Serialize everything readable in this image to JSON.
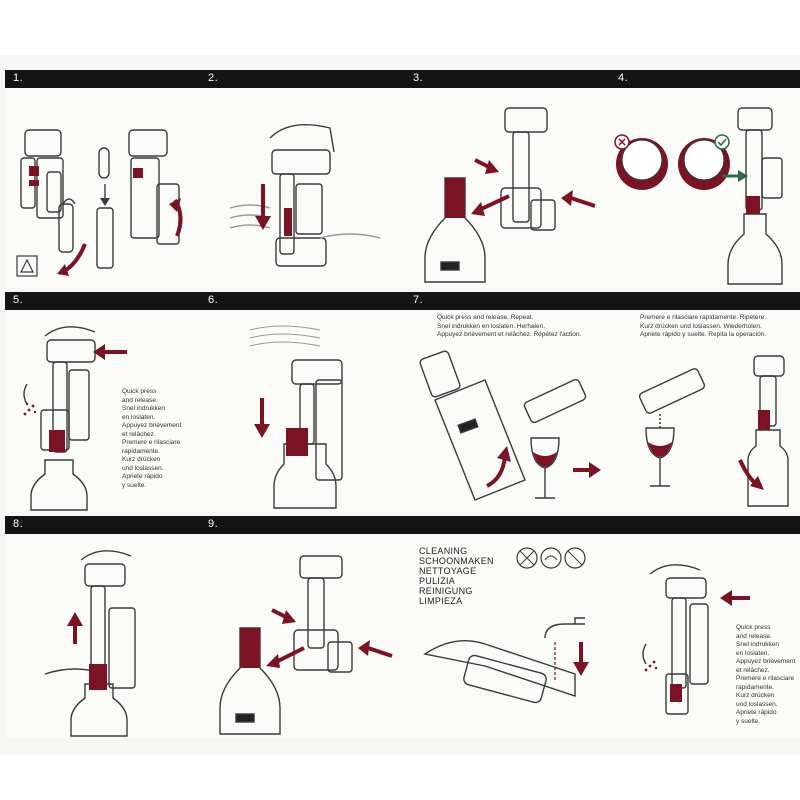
{
  "steps": [
    "1.",
    "2.",
    "3.",
    "4.",
    "5.",
    "6.",
    "7.",
    "8.",
    "9."
  ],
  "press_instructions": [
    "Quick press",
    "and release.",
    "Snel indrukken",
    "en loslaten.",
    "Appuyez brièvement",
    "et relâchez.",
    "Premere e rilasciare",
    "rapidamente.",
    "Kurz drücken",
    "und loslassen.",
    "Apriete rápido",
    "y suelte."
  ],
  "repeat_instructions_a": [
    "Quick press and release. Repeat.",
    "Snel indrukken en loslaten.  Herhalen.",
    "Appuyez brièvement et relâchez.  Répétez l'action."
  ],
  "repeat_instructions_b": [
    "Premere e rilasciare rapidamente.  Ripetere.",
    "Kurz drücken und loslassen. Wiederholen.",
    "Apriete rápido y suelte. Repita la operación."
  ],
  "cleaning_titles": [
    "CLEANING",
    "SCHOONMAKEN",
    "NETTOYAGE",
    "PULIZIA",
    "REINIGUNG",
    "LIMPIEZA"
  ],
  "colors": {
    "accent": "#7a1424",
    "bar": "#141414",
    "line": "#3a3a3a"
  },
  "icons": [
    "hand-warning-icon",
    "no-dishwasher-icon",
    "hand-wash-icon",
    "no-submerge-icon"
  ]
}
